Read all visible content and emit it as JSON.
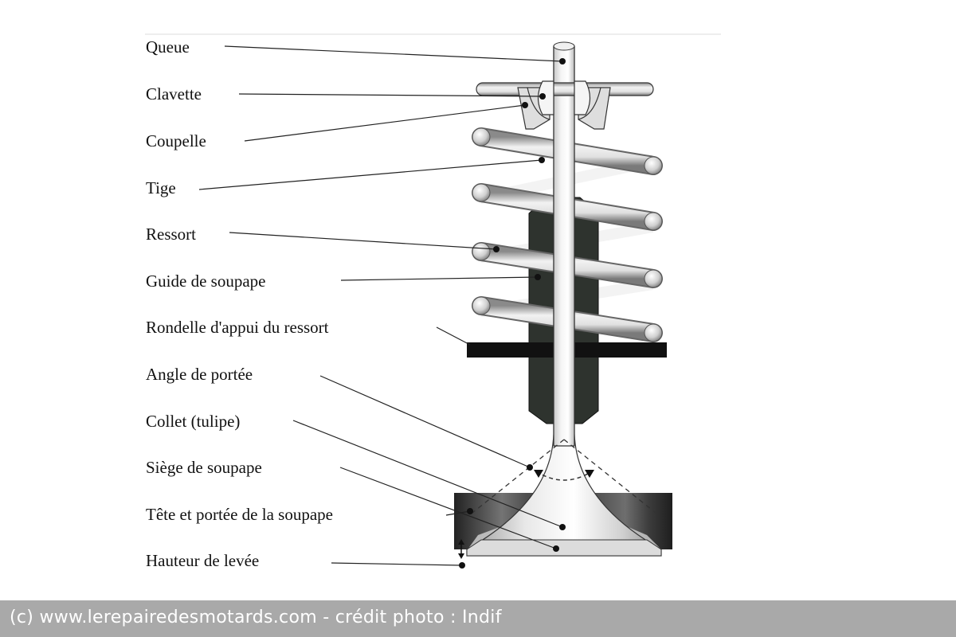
{
  "labels": {
    "queue": "Queue",
    "clavette": "Clavette",
    "coupelle": "Coupelle",
    "tige": "Tige",
    "ressort": "Ressort",
    "guide": "Guide de soupape",
    "rondelle": "Rondelle d'appui du ressort",
    "angle": "Angle de portée",
    "collet": "Collet (tulipe)",
    "siege": "Siège de soupape",
    "tete": "Tête et portée de la soupape",
    "hauteur": "Hauteur de levée"
  },
  "credit": "(c) www.lerepairedesmotards.com - crédit photo : Indif",
  "colors": {
    "guide": "#2e332e",
    "washer": "#111111",
    "seat": "#262626",
    "credit_bar": "#a9a9a9"
  }
}
